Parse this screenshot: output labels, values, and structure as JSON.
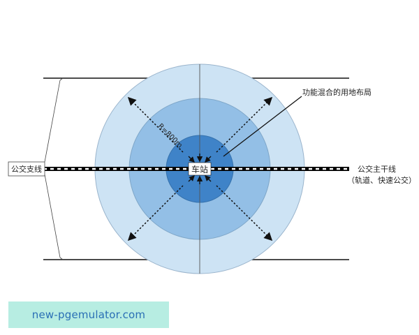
{
  "diagram": {
    "station_label": "车站",
    "radius_label": "R=800m",
    "mixed_use_label": "功能混合的用地布局",
    "branch_line_label": "公交支线",
    "trunk_line_label": "公交主干线",
    "trunk_line_sublabel": "（轨道、快速公交）"
  },
  "colors": {
    "outer_ring": "#cde3f4",
    "middle_ring": "#93bfe6",
    "inner_ring": "#3f83c8",
    "rail": "#000000"
  },
  "watermark": {
    "text": "new-pgemulator.com"
  }
}
